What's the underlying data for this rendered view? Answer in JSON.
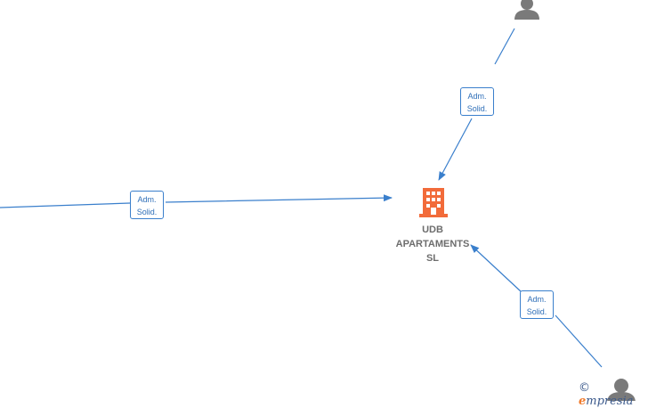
{
  "company": {
    "lines": [
      "UDB",
      "APARTAMENTS",
      "SL"
    ],
    "icon": "building-icon",
    "color": "#f26b3a"
  },
  "person_icon": "person-icon",
  "edge_color": "#3a7fcc",
  "relations": [
    {
      "id": "top-right",
      "label_1": "Adm.",
      "label_2": "Solid."
    },
    {
      "id": "left",
      "label_1": "Adm.",
      "label_2": "Solid."
    },
    {
      "id": "bottom-right",
      "label_1": "Adm.",
      "label_2": "Solid."
    }
  ],
  "watermark": {
    "symbol": "©",
    "e": "e",
    "rest": "mpresia"
  }
}
